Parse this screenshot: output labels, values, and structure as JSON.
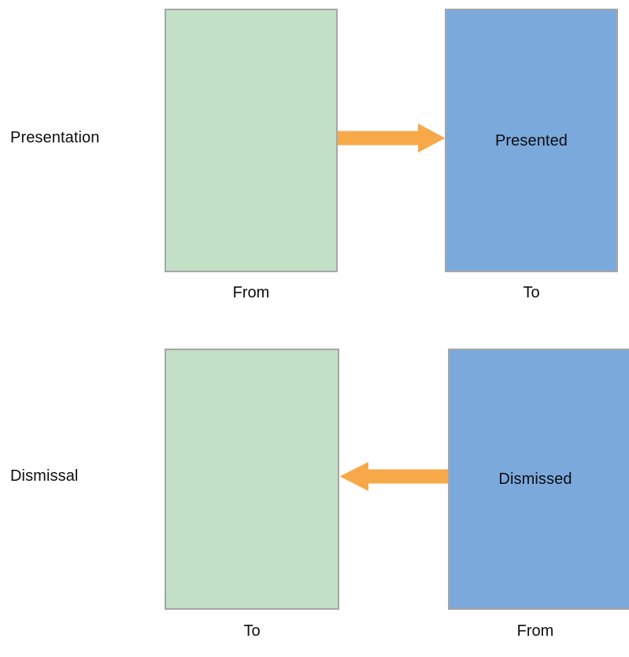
{
  "diagram": {
    "title": "",
    "colors": {
      "source_fill": "#c2e0c6",
      "target_fill": "#7ba9dc",
      "box_border": "#a6a6a6",
      "arrow": "#f7a94a",
      "text": "#0d0d0d",
      "background": "#ffffff"
    },
    "rows": [
      {
        "label": "Presentation",
        "direction": "right",
        "left_box": {
          "fill_role": "source",
          "text": "",
          "caption": "From"
        },
        "right_box": {
          "fill_role": "target",
          "text": "Presented",
          "caption": "To"
        }
      },
      {
        "label": "Dismissal",
        "direction": "left",
        "left_box": {
          "fill_role": "source",
          "text": "",
          "caption": "To"
        },
        "right_box": {
          "fill_role": "target",
          "text": "Dismissed",
          "caption": "From"
        }
      }
    ]
  }
}
